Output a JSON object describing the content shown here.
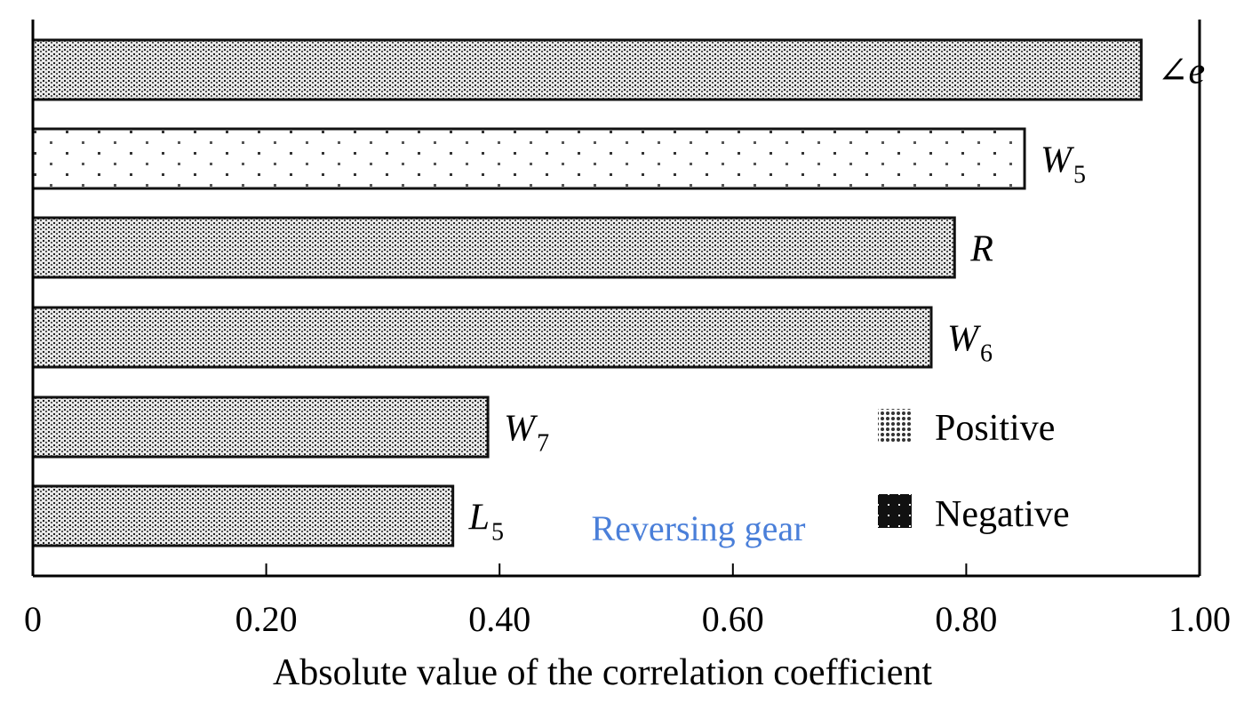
{
  "chart_data": {
    "type": "bar",
    "orientation": "horizontal",
    "title": "",
    "annotation": "Reversing gear",
    "xlabel": "Absolute value of the correlation coefficient",
    "ylabel": "",
    "xlim": [
      0,
      1.0
    ],
    "xticks": [
      0,
      0.2,
      0.4,
      0.6,
      0.8,
      1.0
    ],
    "xtick_labels": [
      "0",
      "0.20",
      "0.40",
      "0.60",
      "0.80",
      "1.00"
    ],
    "grid": false,
    "legend_position": "bottom-right",
    "legend": [
      {
        "label": "Positive",
        "kind": "positive"
      },
      {
        "label": "Negative",
        "kind": "negative"
      }
    ],
    "bars": [
      {
        "label": "∠e",
        "main": "∠e",
        "sub": "",
        "value": 0.95,
        "sign": "positive"
      },
      {
        "label": "W5",
        "main": "W",
        "sub": "5",
        "value": 0.85,
        "sign": "negative"
      },
      {
        "label": "R",
        "main": "R",
        "sub": "",
        "value": 0.79,
        "sign": "positive"
      },
      {
        "label": "W6",
        "main": "W",
        "sub": "6",
        "value": 0.77,
        "sign": "positive"
      },
      {
        "label": "W7",
        "main": "W",
        "sub": "7",
        "value": 0.39,
        "sign": "positive"
      },
      {
        "label": "L5",
        "main": "L",
        "sub": "5",
        "value": 0.36,
        "sign": "positive"
      }
    ],
    "colors": {
      "annotation": "#4a7fd9",
      "axis": "#000000"
    }
  }
}
